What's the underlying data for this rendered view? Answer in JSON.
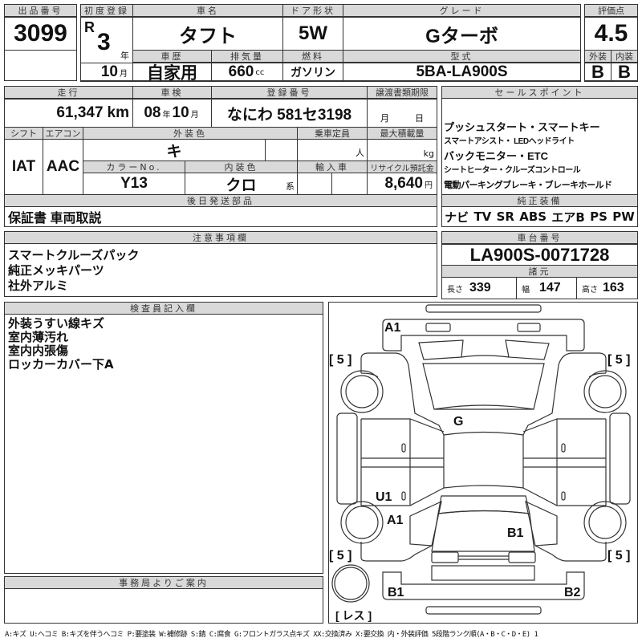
{
  "lot": {
    "label": "出品番号",
    "value": "3099"
  },
  "first_reg": {
    "label": "初度登録",
    "era": "R",
    "year": "3",
    "year_unit": "年",
    "month": "10",
    "month_unit": "月"
  },
  "car_name": {
    "label": "車名",
    "value": "タフト"
  },
  "door": {
    "label": "ドア形状",
    "value": "5W"
  },
  "grade": {
    "label": "グレード",
    "value": "Gターボ"
  },
  "history": {
    "label": "車歴",
    "value": "自家用"
  },
  "displacement": {
    "label": "排気量",
    "value": "660",
    "unit": "cc"
  },
  "fuel": {
    "label": "燃料",
    "value": "ガソリン"
  },
  "model": {
    "label": "型式",
    "value": "5BA-LA900S"
  },
  "score": {
    "label": "評価点",
    "value": "4.5",
    "exterior_label": "外装",
    "exterior": "B",
    "interior_label": "内装",
    "interior": "B"
  },
  "mileage": {
    "label": "走行",
    "value": "61,347",
    "unit": "km"
  },
  "inspection": {
    "label": "車検",
    "year": "08",
    "year_unit": "年",
    "month": "10",
    "month_unit": "月"
  },
  "plate": {
    "label": "登録番号",
    "value": "なにわ 581セ3198"
  },
  "transfer": {
    "label": "譲渡書類期限",
    "month_unit": "月",
    "day_unit": "日"
  },
  "shift": {
    "label": "シフト",
    "value": "IAT"
  },
  "aircon": {
    "label": "エアコン",
    "value": "AAC"
  },
  "ext_color": {
    "label": "外装色",
    "value": "キ"
  },
  "capacity": {
    "label": "乗車定員",
    "unit": "人"
  },
  "max_load": {
    "label": "最大積載量",
    "unit": "kg"
  },
  "color_no": {
    "label": "カラーNo.",
    "value": "Y13"
  },
  "int_color": {
    "label": "内装色",
    "value": "クロ",
    "suffix": "系"
  },
  "import": {
    "label": "輸入車"
  },
  "recycle": {
    "label": "リサイクル預託金",
    "value": "8,640",
    "unit": "円"
  },
  "later_parts": {
    "label": "後日発送部品",
    "value": "保証書 車両取説"
  },
  "sales_points": {
    "label": "セールスポイント",
    "lines": [
      "プッシュスタート・スマートキー",
      "スマートアシスト・ LEDヘッドライト",
      "バックモニター・ETC",
      "シートヒーター・クルーズコントロール",
      "電動パーキングブレーキ・ブレーキホールド"
    ]
  },
  "equipment": {
    "label": "純正装備",
    "items": [
      "ナビ",
      "TV",
      "SR",
      "ABS",
      "エアB",
      "PS",
      "PW"
    ]
  },
  "notes": {
    "label": "注意事項欄",
    "lines": [
      "スマートクルーズパック",
      "純正メッキパーツ",
      "社外アルミ"
    ]
  },
  "chassis": {
    "label": "車台番号",
    "value": "LA900S-0071728"
  },
  "specs": {
    "label": "諸元",
    "length_label": "長さ",
    "length": "339",
    "width_label": "幅",
    "width": "147",
    "height_label": "高さ",
    "height": "163"
  },
  "inspector": {
    "label": "検査員記入欄",
    "lines": [
      "外装うすい線キズ",
      "室内薄汚れ",
      "室内内張傷",
      "ロッカーカバー下A"
    ]
  },
  "office": {
    "label": "事務局よりご案内"
  },
  "diagram": {
    "tire_fl": "[ 5 ]",
    "tire_fr": "[ 5 ]",
    "tire_rl": "[ 5 ]",
    "tire_rr": "[ 5 ]",
    "spare": "[ レス ]",
    "marks": {
      "front_bumper": "A1",
      "windshield": "G",
      "rocker": "U1",
      "rear_door": "A1",
      "back_door": "B1",
      "rear_bumper_l": "B1",
      "rear_bumper_r": "B2"
    }
  },
  "legend": "A:キズ U:ヘコミ B:キズを伴うヘコミ P:要塗装 W:補修跡 S:錆 C:腐食 G:フロントガラス点キズ XX:交換済み X:要交換 内・外装評価 5段階ランク順(A・B・C・D・E) 1"
}
